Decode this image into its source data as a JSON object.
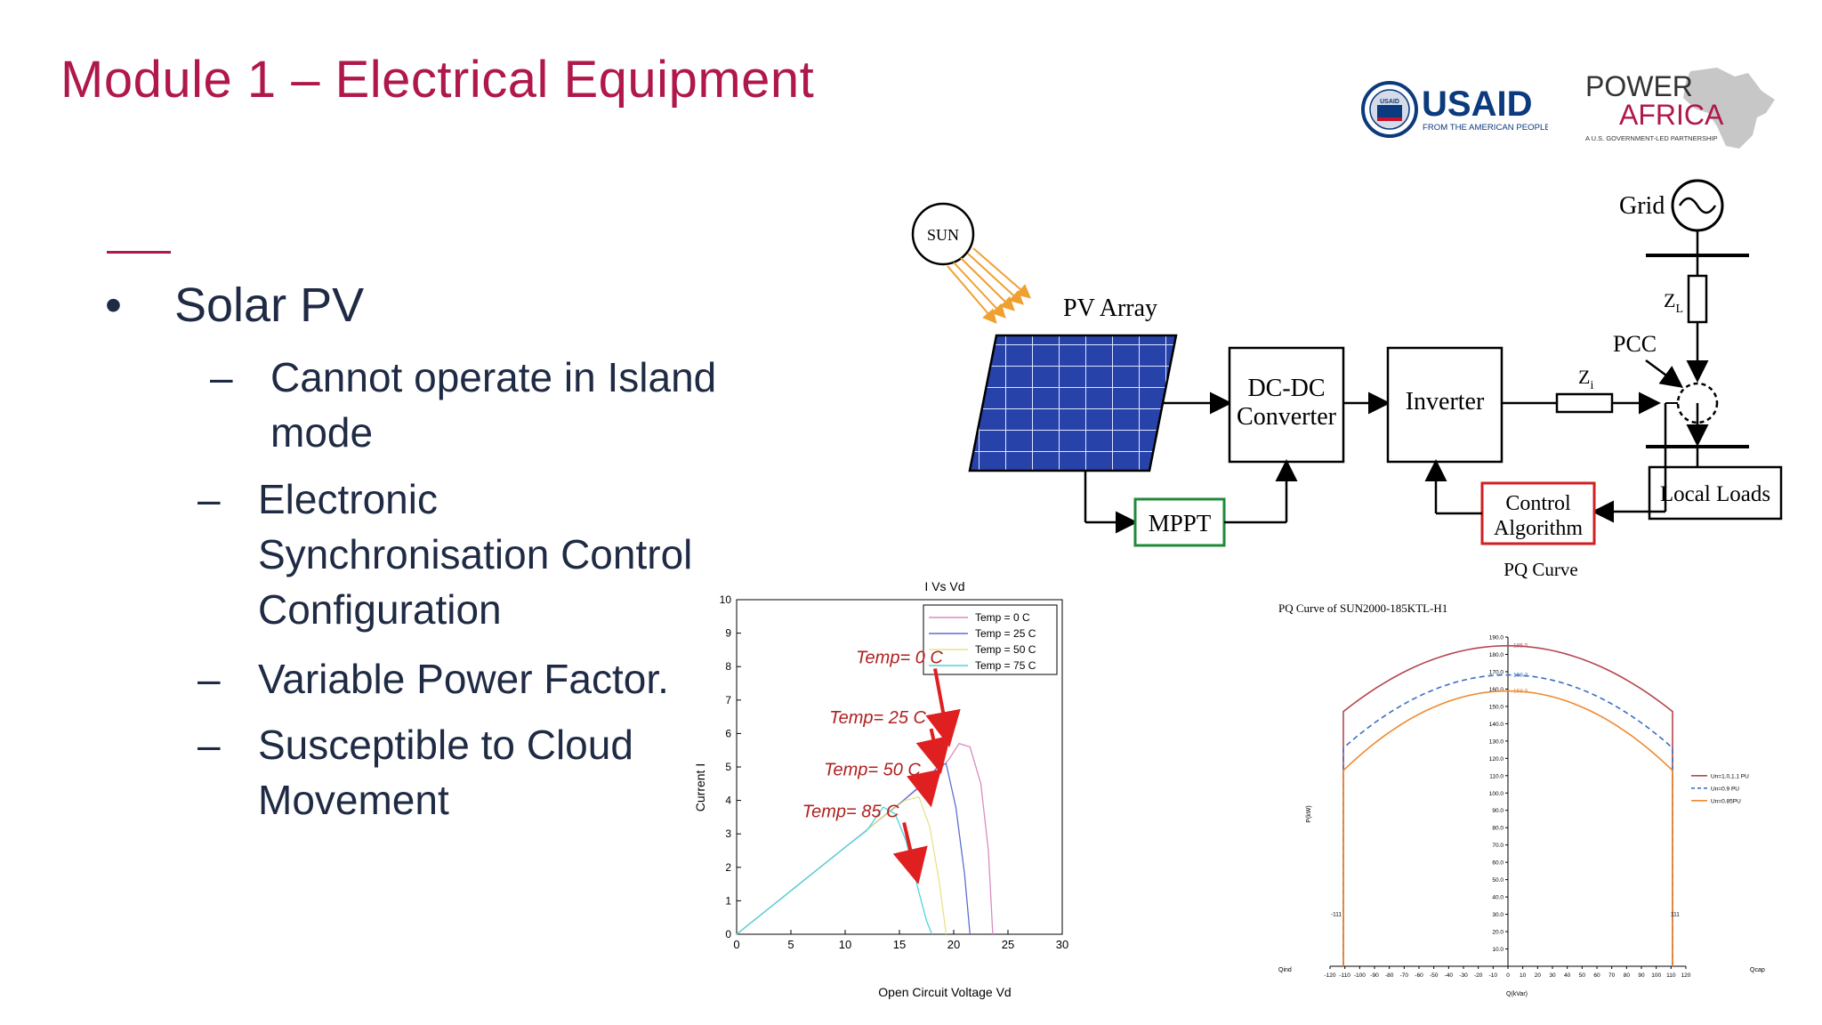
{
  "slide": {
    "title": "Module 1 – Electrical Equipment",
    "bullet": {
      "marker": "•",
      "text": "Solar PV"
    },
    "subitems": [
      {
        "marker": "–",
        "lines": [
          "Cannot operate in Island",
          "mode"
        ]
      },
      {
        "marker": "–",
        "lines": [
          "Electronic",
          "Synchronisation Control",
          "Configuration"
        ]
      },
      {
        "marker": "–",
        "lines": [
          "Variable Power Factor."
        ]
      },
      {
        "marker": "–",
        "lines": [
          "Susceptible to Cloud",
          "Movement"
        ]
      }
    ],
    "colors": {
      "title": "#b0174b",
      "body": "#1f2a44"
    }
  },
  "logos": {
    "usaid": {
      "name": "USAID",
      "tagline": "FROM THE AMERICAN PEOPLE",
      "seal_text": "USAID"
    },
    "power_africa": {
      "line1": "POWER",
      "line2": "AFRICA",
      "tagline": "A U.S. GOVERNMENT-LED PARTNERSHIP"
    }
  },
  "diagram": {
    "sun": "SUN",
    "pv_array": "PV Array",
    "dcdc": [
      "DC-DC",
      "Converter"
    ],
    "inverter": "Inverter",
    "mppt": "MPPT",
    "control": [
      "Control",
      "Algorithm"
    ],
    "grid": "Grid",
    "zl": "Z",
    "zl_sub": "L",
    "zi": "Z",
    "zi_sub": "i",
    "pcc": "PCC",
    "local_loads": "Local Loads",
    "pq_caption": "PQ Curve"
  },
  "chart_data": [
    {
      "type": "line",
      "title": "I Vs Vd",
      "xlabel": "Open Circuit Voltage Vd",
      "ylabel": "Current I",
      "xlim": [
        0,
        30
      ],
      "ylim": [
        0,
        10
      ],
      "xticks": [
        "0",
        "5",
        "10",
        "15",
        "20",
        "25",
        "30"
      ],
      "yticks": [
        "0",
        "1",
        "2",
        "3",
        "4",
        "5",
        "6",
        "7",
        "8",
        "9",
        "10"
      ],
      "legend_position": "top-right",
      "series": [
        {
          "name": "Temp = 0 C",
          "color": "#d98cc0",
          "x": [
            0,
            5,
            10,
            15,
            18,
            19.5,
            20.5,
            21.5,
            22.5,
            23.2,
            23.6
          ],
          "y": [
            0,
            1.3,
            2.6,
            3.9,
            4.7,
            5.2,
            5.7,
            5.6,
            4.5,
            2.5,
            0
          ]
        },
        {
          "name": "Temp = 25 C",
          "color": "#5a6fd0",
          "x": [
            0,
            5,
            10,
            15,
            17.5,
            18.5,
            19.3,
            20.2,
            21.0,
            21.5
          ],
          "y": [
            0,
            1.3,
            2.6,
            3.9,
            4.6,
            5.0,
            5.1,
            3.8,
            1.8,
            0
          ]
        },
        {
          "name": "Temp = 50 C",
          "color": "#e8e28a",
          "x": [
            0,
            5,
            10,
            13.5,
            15.5,
            16.8,
            17.8,
            18.7,
            19.3
          ],
          "y": [
            0,
            1.3,
            2.6,
            3.5,
            4.0,
            4.1,
            3.2,
            1.5,
            0
          ]
        },
        {
          "name": "Temp = 75 C",
          "color": "#4fd3e0",
          "x": [
            0,
            5,
            10,
            12,
            13.5,
            14.6,
            15.6,
            16.6,
            17.5,
            18.0
          ],
          "y": [
            0,
            1.3,
            2.6,
            3.1,
            3.8,
            3.6,
            2.8,
            1.5,
            0.4,
            0
          ]
        }
      ],
      "annotations": [
        {
          "text": "Temp= 0 C",
          "x": 15,
          "y": 8.1,
          "target_x": 19.5,
          "target_y": 5.8
        },
        {
          "text": "Temp= 25 C",
          "x": 13,
          "y": 6.3,
          "target_x": 18.7,
          "target_y": 5.0
        },
        {
          "text": "Temp= 50 C",
          "x": 12.5,
          "y": 4.75,
          "target_x": 17.8,
          "target_y": 4.0
        },
        {
          "text": "Temp= 85 C",
          "x": 10.5,
          "y": 3.5,
          "target_x": 16.6,
          "target_y": 1.7
        }
      ]
    },
    {
      "type": "line",
      "title": "PQ Curve of SUN2000-185KTL-H1",
      "xlabel": "Q(kVar)",
      "ylabel": "P(kW)",
      "x_left_label": "Qind",
      "x_right_label": "Qcap",
      "xlim": [
        -120,
        120
      ],
      "ylim": [
        0,
        190
      ],
      "xticks": [
        "-120",
        "-110",
        "-100",
        "-90",
        "-80",
        "-70",
        "-60",
        "-50",
        "-40",
        "-30",
        "-20",
        "-10",
        "0",
        "10",
        "20",
        "30",
        "40",
        "50",
        "60",
        "70",
        "80",
        "90",
        "100",
        "110",
        "120"
      ],
      "yticks": [
        "10.0",
        "20.0",
        "30.0",
        "40.0",
        "50.0",
        "60.0",
        "70.0",
        "80.0",
        "90.0",
        "100.0",
        "110.0",
        "120.0",
        "130.0",
        "140.0",
        "150.0",
        "160.0",
        "170.0",
        "180.0",
        "190.0"
      ],
      "legend_position": "right",
      "series": [
        {
          "name": "Un=1.0,1.1 PU",
          "color": "#b5474f",
          "peak": 185.0,
          "edge": 147
        },
        {
          "name": "Un=0.9 PU",
          "color": "#3d6fc0",
          "peak": 168.2,
          "edge": 126
        },
        {
          "name": "Un=0.85PU",
          "color": "#f08a30",
          "peak": 158.9,
          "edge": 113
        }
      ],
      "data_labels": [
        "185.0",
        "168.2",
        "158.9",
        "-111",
        "111"
      ]
    }
  ]
}
